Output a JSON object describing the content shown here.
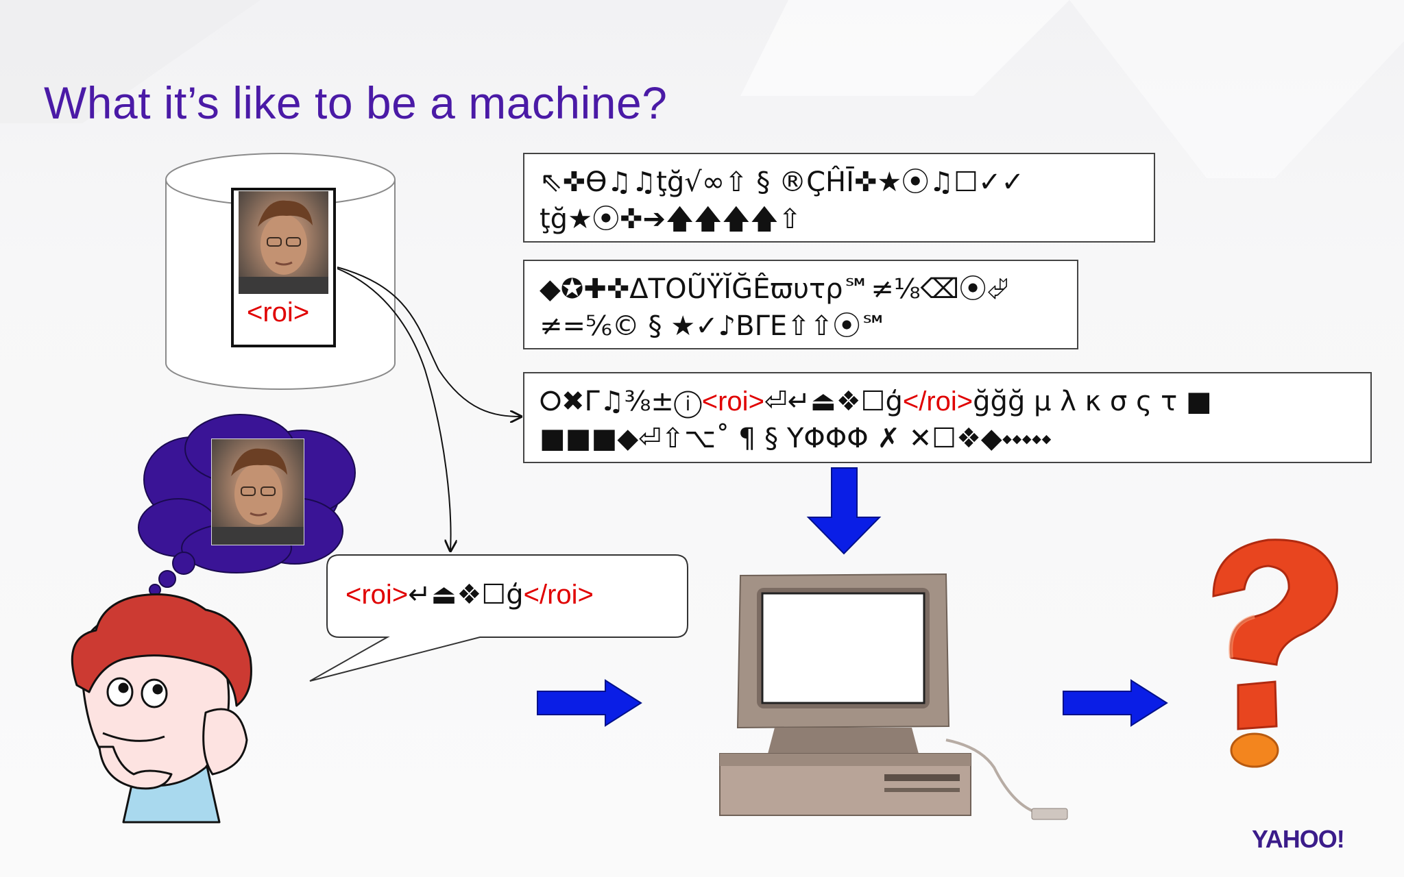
{
  "slide": {
    "title": "What it’s like to be a machine?",
    "logo_text": "YAHOO!"
  },
  "database": {
    "roi_label": "<roi>"
  },
  "encoded_boxes": [
    {
      "line1": "⇖✜ϴ♫♫ţğ√∞⇧ § ®ÇĤĪ✜★⦿♫☐✓✓",
      "line2": "ţğ★⦿✜➔🡅🡅🡅🡅⇧"
    },
    {
      "line1": "◆✪✚✜ΔΤΟŨŸĬĞÊϖυτρ℠≠⅛⌫⦿⮰",
      "line2": "≠=⅚© § ★✓♪ΒΓΕ⇧⇧⦿℠"
    },
    {
      "line1_prefix": "⭘✖Γ♫⅜±ⓘ",
      "line1_roi_open": "<roi>",
      "line1_mid": "⏎↵⏏❖☐ģ",
      "line1_roi_close": "</roi>",
      "line1_suffix": "ğğğ μ λ κ σ ς τ ■",
      "line2": "■■■◆⏎⇧⌥˚ ¶ § ΥΦΦΦ ✗ ✕☐❖◆⬩⬩⬩⬩⬩"
    }
  ],
  "speech_bubble": {
    "roi_open": "<roi>",
    "content": "↵⏏❖☐ģ",
    "roi_close": "</roi>"
  },
  "colors": {
    "title": "#4a1aa6",
    "roi_tag": "#e00000",
    "arrow": "#0a1ee6",
    "thought_cloud": "#3a1496",
    "question_mark": "#e8451f"
  },
  "icons": {
    "database": "cylinder-database-icon",
    "thinker": "thinking-person-icon",
    "computer": "desktop-computer-icon",
    "question": "question-mark-icon"
  }
}
